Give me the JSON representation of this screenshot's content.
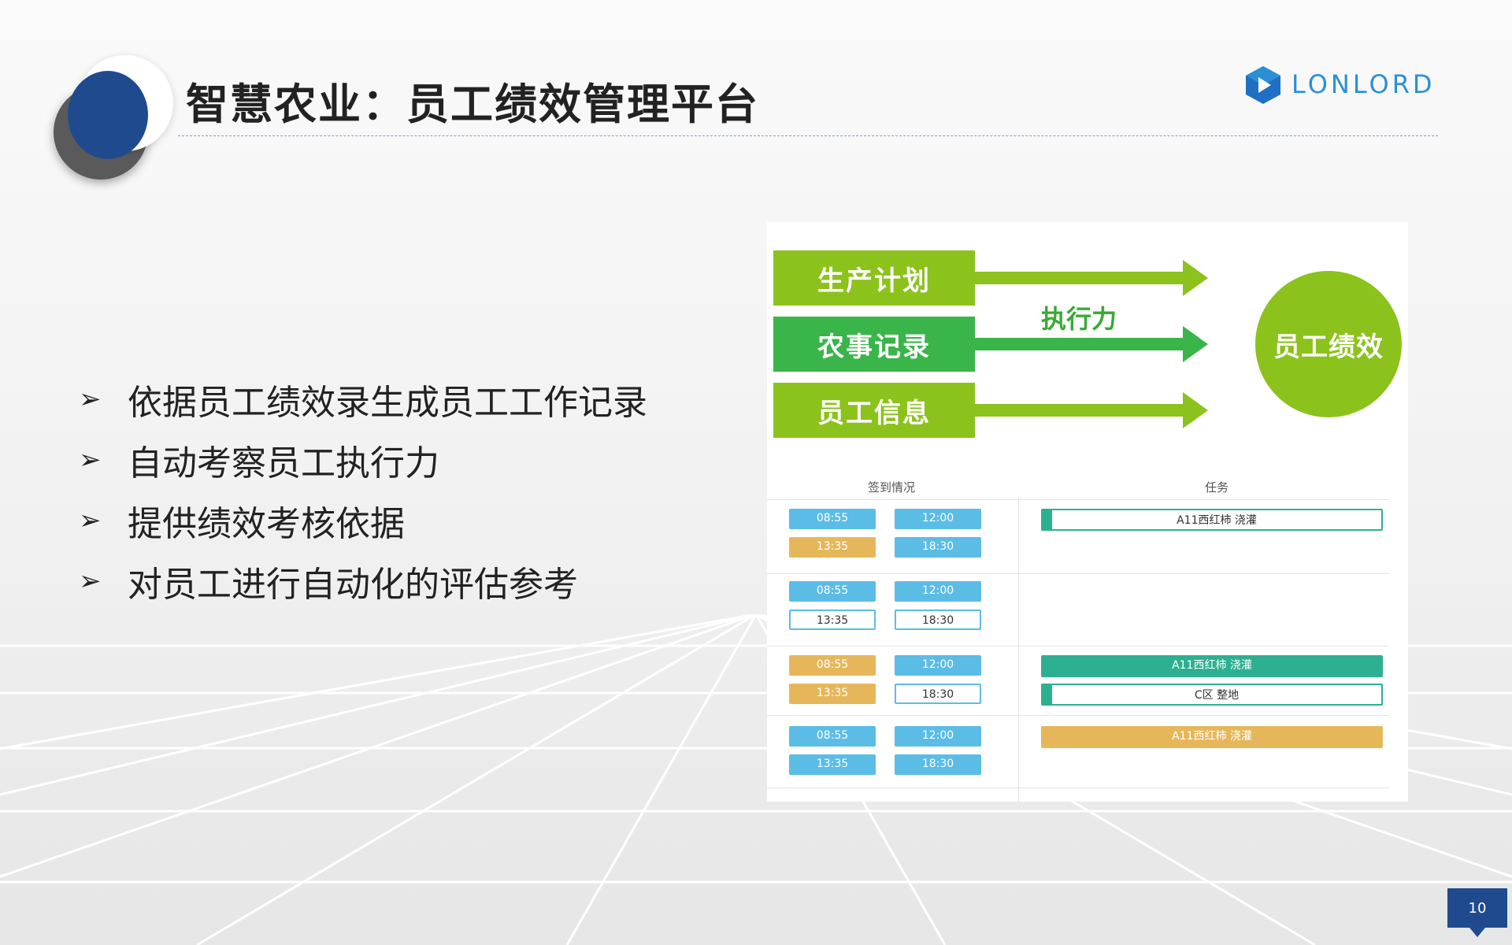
{
  "title": "智慧农业：员工绩效管理平台",
  "logo": {
    "text": "LONLORD",
    "icon": "hexagon-play-logo-icon"
  },
  "bullets": [
    "依据员工绩效录生成员工工作记录",
    "自动考察员工执行力",
    "提供绩效考核依据",
    "对员工进行自动化的评估参考"
  ],
  "bullet_icon": "arrowhead-bullet-icon",
  "diagram": {
    "inputs": [
      "生产计划",
      "农事记录",
      "员工信息"
    ],
    "arrow_label": "执行力",
    "output": "员工绩效"
  },
  "table": {
    "headers": {
      "checkin": "签到情况",
      "task": "任务"
    },
    "rows": [
      {
        "times": [
          {
            "text": "08:55",
            "style": "blue"
          },
          {
            "text": "12:00",
            "style": "blue"
          },
          {
            "text": "13:35",
            "style": "orange"
          },
          {
            "text": "18:30",
            "style": "blue"
          }
        ],
        "tasks": [
          {
            "text": "A11西红柿 浇灌",
            "style": "outline"
          }
        ]
      },
      {
        "times": [
          {
            "text": "08:55",
            "style": "blue"
          },
          {
            "text": "12:00",
            "style": "blue"
          },
          {
            "text": "13:35",
            "style": "white"
          },
          {
            "text": "18:30",
            "style": "white"
          }
        ],
        "tasks": []
      },
      {
        "times": [
          {
            "text": "08:55",
            "style": "orange"
          },
          {
            "text": "12:00",
            "style": "blue"
          },
          {
            "text": "13:35",
            "style": "orange"
          },
          {
            "text": "18:30",
            "style": "white"
          }
        ],
        "tasks": [
          {
            "text": "A11西红柿 浇灌",
            "style": "teal"
          },
          {
            "text": "C区 整地",
            "style": "outline"
          }
        ]
      },
      {
        "times": [
          {
            "text": "08:55",
            "style": "blue"
          },
          {
            "text": "12:00",
            "style": "blue"
          },
          {
            "text": "13:35",
            "style": "blue"
          },
          {
            "text": "18:30",
            "style": "blue"
          }
        ],
        "tasks": [
          {
            "text": "A11西红柿 浇灌",
            "style": "orange"
          }
        ]
      }
    ]
  },
  "colors": {
    "brand_blue": "#1f4b8e",
    "logo_blue": "#2b8fd6",
    "lime_green": "#8cc21c",
    "green": "#39b54a",
    "teal": "#2db092",
    "time_blue": "#5bbce6",
    "time_orange": "#e6b75a"
  },
  "page_number": "10"
}
